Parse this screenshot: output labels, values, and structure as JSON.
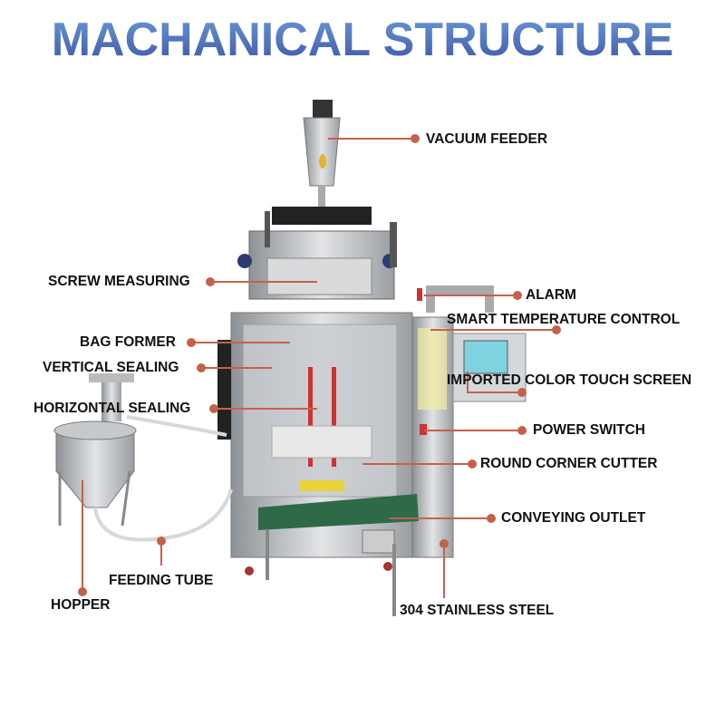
{
  "title": "MACHANICAL STRUCTURE",
  "accent_color": "#c5614a",
  "labels": {
    "vacuum_feeder": "VACUUM FEEDER",
    "screw_measuring": "SCREW MEASURING",
    "alarm": "ALARM",
    "smart_temperature_control": "SMART TEMPERATURE CONTROL",
    "bag_former": "BAG FORMER",
    "vertical_sealing": "VERTICAL SEALING",
    "imported_color_touch_screen": "IMPORTED COLOR TOUCH SCREEN",
    "horizontal_sealing": "HORIZONTAL SEALING",
    "power_switch": "POWER SWITCH",
    "round_corner_cutter": "ROUND CORNER CUTTER",
    "conveying_outlet": "CONVEYING OUTLET",
    "feeding_tube": "FEEDING TUBE",
    "hopper": "HOPPER",
    "stainless_steel": "304 STAINLESS STEEL"
  }
}
